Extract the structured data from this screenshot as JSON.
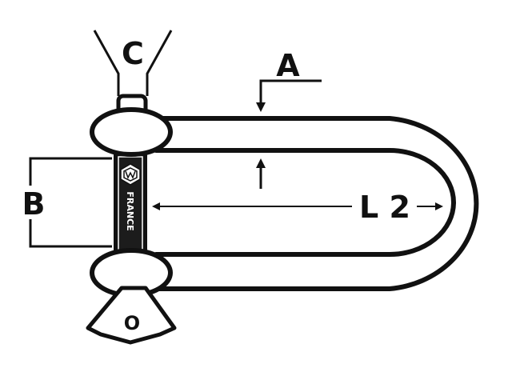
{
  "diagram": {
    "labels": {
      "a": "A",
      "b": "B",
      "c": "C",
      "l2": "L 2",
      "screw_mark": "O",
      "brand": "FRANCE"
    },
    "colors": {
      "ink": "#111111",
      "background": "#ffffff"
    },
    "icons": [
      "wichard-logo-icon"
    ]
  }
}
